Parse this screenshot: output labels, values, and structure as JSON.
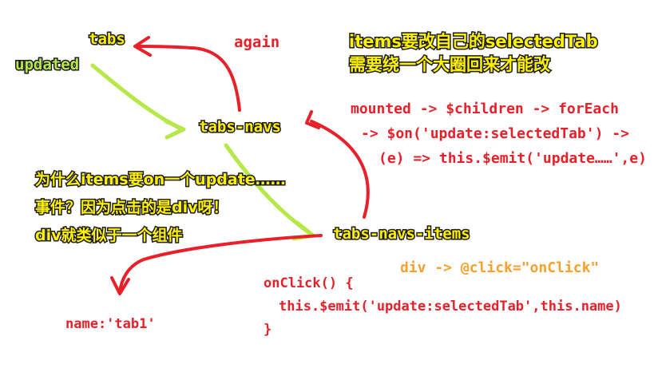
{
  "nodes": {
    "tabs": "tabs",
    "updated": "updated",
    "again": "again",
    "tabs_navs": "tabs-navs",
    "tabs_navs_items": "tabs-navs-items",
    "name_tab1": "name:'tab1'"
  },
  "top_note": {
    "line1": "items要改自己的selectedTab",
    "line2": "需要绕一个大圈回来才能改"
  },
  "mounted_chain": {
    "line1": "mounted -> $children -> forEach",
    "line2": "-> $on('update:selectedTab') ->",
    "line3": "(e) => this.$emit('update……',e)"
  },
  "question_note": {
    "line1": "为什么items要on一个update……",
    "line2": "事件？因为点击的是div呀！",
    "line3": "div就类似于一个组件"
  },
  "click_binding": "div -> @click=\"onClick\"",
  "onclick_code": {
    "line1": "onClick() {",
    "line2": "this.$emit('update:selectedTab',this.name)",
    "line3": "}"
  },
  "colors": {
    "yellow": "#FFF200",
    "green": "#B6E84A",
    "red": "#E8202A",
    "orange": "#F7A02B",
    "outline": "#1a1a1a"
  }
}
